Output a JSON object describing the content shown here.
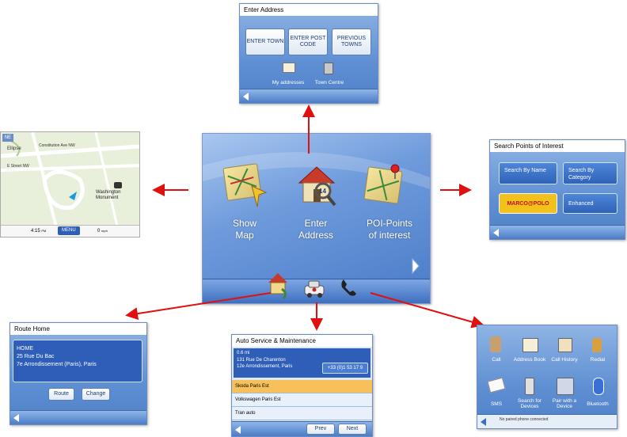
{
  "main_menu": {
    "show_map": "Show\nMap",
    "enter_address": "Enter\nAddress",
    "poi": "POI-Points\nof interest"
  },
  "enter_address": {
    "title": "Enter Address",
    "buttons": [
      "ENTER TOWN",
      "ENTER POST CODE",
      "PREVIOUS TOWNS"
    ],
    "my_addresses": "My addresses",
    "town_centre": "Town Centre"
  },
  "map_view": {
    "compass": "NE",
    "street1": "Ellipse",
    "street2": "Constitution Ave NW",
    "street3": "E Street NW",
    "poi": "Washington Monument",
    "time": "4:15",
    "time_suffix": "PM",
    "menu": "MENU",
    "speed": "0",
    "speed_unit": "mph"
  },
  "poi_search": {
    "title": "Search Points of Interest",
    "by_name": "Search By Name",
    "by_category": "Search By Category",
    "marcopolo": "MARCO@POLO",
    "enhanced": "Enhanced"
  },
  "route_home": {
    "title": "Route Home",
    "line1": "HOME",
    "line2": "25 Rue Du Bac",
    "line3": "7e Arrondissement (Paris), Paris",
    "route": "Route",
    "change": "Change"
  },
  "auto_service": {
    "title": "Auto Service & Maintenance",
    "distance": "0.6 mi",
    "addr1": "131 Rue De Charenton",
    "addr2": "12e Arrondissement, Paris",
    "phone": "+33 (0)1 53 17 9",
    "rows": [
      "Skoda Paris Est",
      "Volkswagen Paris Est",
      "Tran auto"
    ],
    "prev": "Prev",
    "next": "Next"
  },
  "phone_menu": {
    "items": [
      "Call",
      "Address Book",
      "Call History",
      "Redial",
      "SMS",
      "Search for Devices",
      "Pair with a Device",
      "Bluetooth"
    ],
    "status": "No paired phone connected"
  },
  "colors": {
    "arrow": "#e01010",
    "panel_blue": "#5f8fd3"
  }
}
